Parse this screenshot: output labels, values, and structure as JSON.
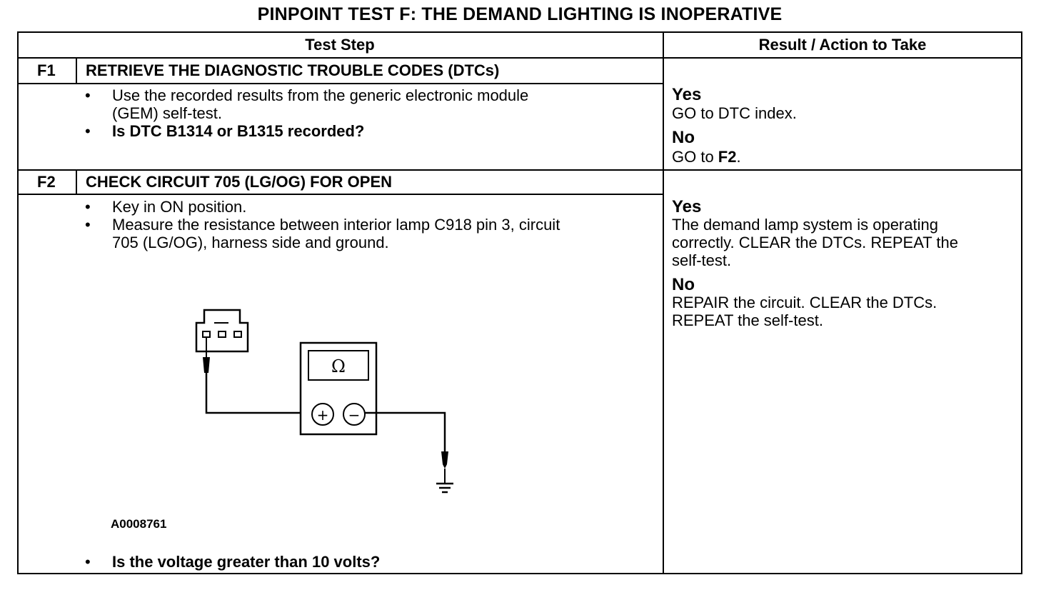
{
  "title": "PINPOINT TEST  F: THE DEMAND LIGHTING IS INOPERATIVE",
  "headers": {
    "test_step": "Test Step",
    "result": "Result / Action to Take"
  },
  "steps": [
    {
      "id": "F1",
      "heading": "RETRIEVE THE DIAGNOSTIC TROUBLE CODES (DTCs)",
      "bullets": [
        {
          "lines": [
            "Use the recorded results from the generic electronic module",
            "(GEM) self-test."
          ],
          "bold": false
        },
        {
          "lines": [
            "Is DTC B1314 or B1315 recorded?"
          ],
          "bold": true
        }
      ],
      "yes_label": "Yes",
      "yes_text": [
        "GO to DTC index."
      ],
      "no_label": "No",
      "no_text_prefix": "GO to ",
      "no_text_bold": "F2",
      "no_text_suffix": "."
    },
    {
      "id": "F2",
      "heading": "CHECK CIRCUIT 705 (LG/OG) FOR OPEN",
      "bullets": [
        {
          "lines": [
            "Key in ON position."
          ],
          "bold": false
        },
        {
          "lines": [
            "Measure the resistance between interior lamp C918 pin 3, circuit",
            "705 (LG/OG), harness side and ground."
          ],
          "bold": false
        }
      ],
      "figure_id": "A0008761",
      "meter_symbol": "Ω",
      "plus": "+",
      "minus": "−",
      "final_question": "Is the voltage greater than 10 volts?",
      "yes_label": "Yes",
      "yes_text": [
        "The demand lamp system is operating",
        "correctly. CLEAR the DTCs. REPEAT the",
        "self-test."
      ],
      "no_label": "No",
      "no_text": [
        "REPAIR the circuit. CLEAR the DTCs.",
        "REPEAT the self-test."
      ]
    }
  ],
  "bullet_glyph": "•"
}
